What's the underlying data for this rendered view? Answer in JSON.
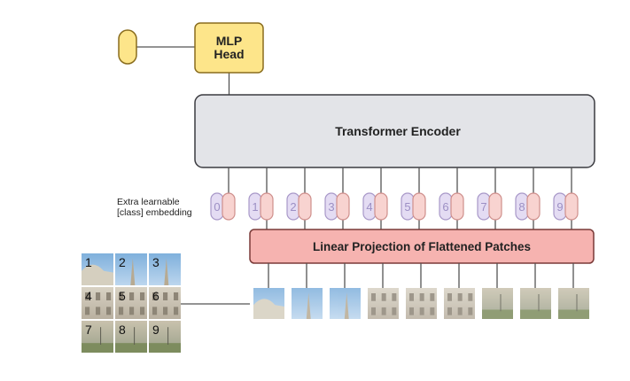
{
  "mlp_head": {
    "line1": "MLP",
    "line2": "Head"
  },
  "encoder": {
    "label": "Transformer Encoder"
  },
  "class_embedding": {
    "line1": "Extra learnable",
    "line2": "[class] embedding"
  },
  "projection": {
    "label": "Linear Projection of Flattened Patches"
  },
  "positions": [
    "0",
    "1",
    "2",
    "3",
    "4",
    "5",
    "6",
    "7",
    "8",
    "9"
  ],
  "grid_labels": [
    "1",
    "2",
    "3",
    "4",
    "5",
    "6",
    "7",
    "8",
    "9"
  ],
  "colors": {
    "mlp_fill": "#fde58a",
    "mlp_stroke": "#8a6d1e",
    "encoder_fill": "#e3e4e8",
    "encoder_stroke": "#3b3b40",
    "projection_fill": "#f6b3b0",
    "projection_stroke": "#7a3a38",
    "position_fill": "#e4dcf3",
    "position_stroke": "#a898c8",
    "position_text": "#9c8fc4",
    "patch_fill": "#f8d3d0",
    "patch_stroke": "#cf8f8c",
    "line": "#555555"
  }
}
